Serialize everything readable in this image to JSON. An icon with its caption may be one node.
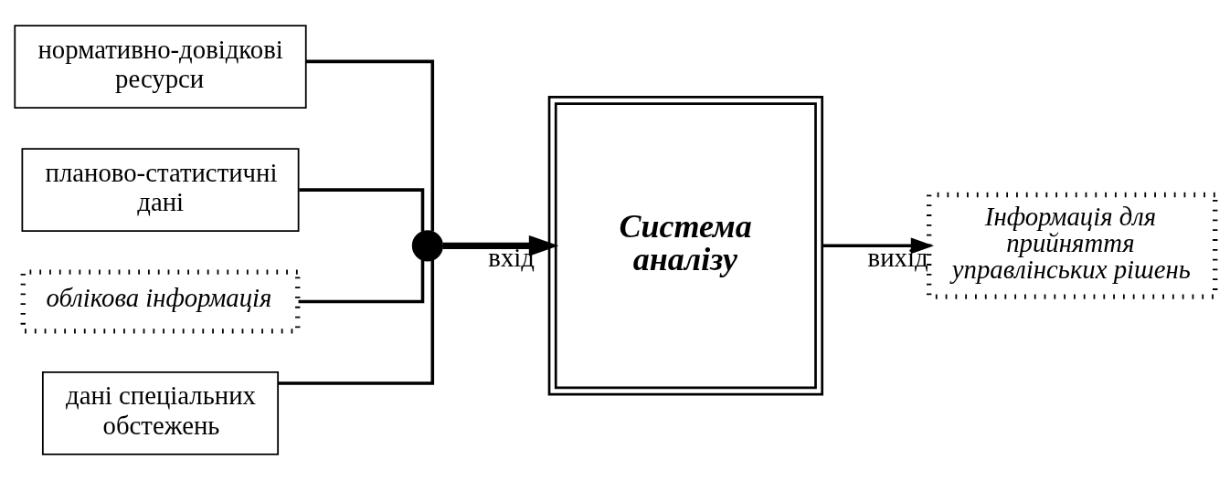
{
  "diagram": {
    "nodes": [
      {
        "text": [
          "нормативно-довідкові ресурси"
        ]
      },
      {
        "text": [
          "планово-статистичні дані"
        ]
      },
      {
        "text": [
          "облікова інформація"
        ]
      },
      {
        "text": [
          "дані спеціальних обстежень"
        ]
      },
      {
        "text": [],
        "shape": "circle"
      },
      {
        "text": [
          "Система аналізу"
        ]
      },
      {
        "text": [
          "Інформація для прийняття управлінських рішень"
        ]
      }
    ],
    "edges": [
      {
        "from": 0,
        "to": 4,
        "arrow": "none"
      },
      {
        "from": 1,
        "to": 4,
        "arrow": "none"
      },
      {
        "from": 2,
        "to": 4,
        "arrow": "none"
      },
      {
        "from": 3,
        "to": 4,
        "arrow": "none"
      },
      {
        "from": 4,
        "to": 5,
        "arrow": "to",
        "label": "вхід",
        "style": "thick"
      },
      {
        "from": 5,
        "to": 6,
        "arrow": "to",
        "label": "вихід"
      }
    ]
  }
}
